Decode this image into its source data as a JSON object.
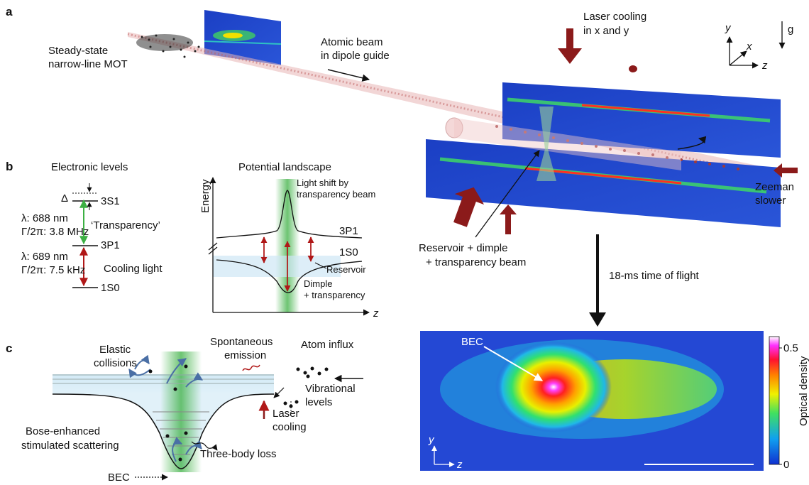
{
  "panels": {
    "a": {
      "letter": "a",
      "mot_label_1": "Steady-state",
      "mot_label_2": "narrow-line MOT",
      "beam_label_1": "Atomic beam",
      "beam_label_2": "in dipole guide",
      "cooling_label_1": "Laser cooling",
      "cooling_label_2": "in x and y",
      "axis_x": "x",
      "axis_y": "y",
      "axis_z": "z",
      "gravity": "g",
      "zeeman_1": "Zeeman",
      "zeeman_2": "slower",
      "reservoir_1": "Reservoir + dimple",
      "reservoir_2": "+ transparency beam",
      "tof": "18-ms time of flight"
    },
    "b": {
      "letter": "b",
      "levels_title": "Electronic levels",
      "delta": "Δ",
      "state_3s1": "3S1",
      "state_3p1": "3P1",
      "state_1s0": "1S0",
      "lambda_1": "λ: 688 nm",
      "gamma_1": "Γ/2π: 3.8 MHz",
      "transparency": "‘Transparency’",
      "lambda_2": "λ: 689 nm",
      "gamma_2": "Γ/2π: 7.5 kHz",
      "cooling_light": "Cooling light",
      "landscape_title": "Potential landscape",
      "energy": "Energy",
      "z_axis": "z",
      "light_shift_1": "Light shift by",
      "light_shift_2": "transparency beam",
      "curve_3p1": "3P1",
      "curve_1s0": "1S0",
      "reservoir": "Reservoir",
      "dimple_1": "Dimple",
      "dimple_2": "+ transparency"
    },
    "c": {
      "letter": "c",
      "elastic_1": "Elastic",
      "elastic_2": "collisions",
      "spont_1": "Spontaneous",
      "spont_2": "emission",
      "influx": "Atom influx",
      "vib_1": "Vibrational",
      "vib_2": "levels",
      "laser_1": "Laser",
      "laser_2": "cooling",
      "bose_1": "Bose-enhanced",
      "bose_2": "stimulated scattering",
      "three_body": "Three-body loss",
      "bec": "BEC"
    },
    "image": {
      "bec_label": "BEC",
      "axis_y": "y",
      "axis_z": "z",
      "colorbar_label": "Optical density",
      "tick_max": "0.5",
      "tick_min": "0"
    }
  },
  "colors": {
    "beam_pink": "#e8b4b4",
    "arrow_red": "#8b1a1a",
    "green": "#3cb043",
    "blue_arrow": "#4a6fa5",
    "image_bg": "#1a3fd0"
  }
}
